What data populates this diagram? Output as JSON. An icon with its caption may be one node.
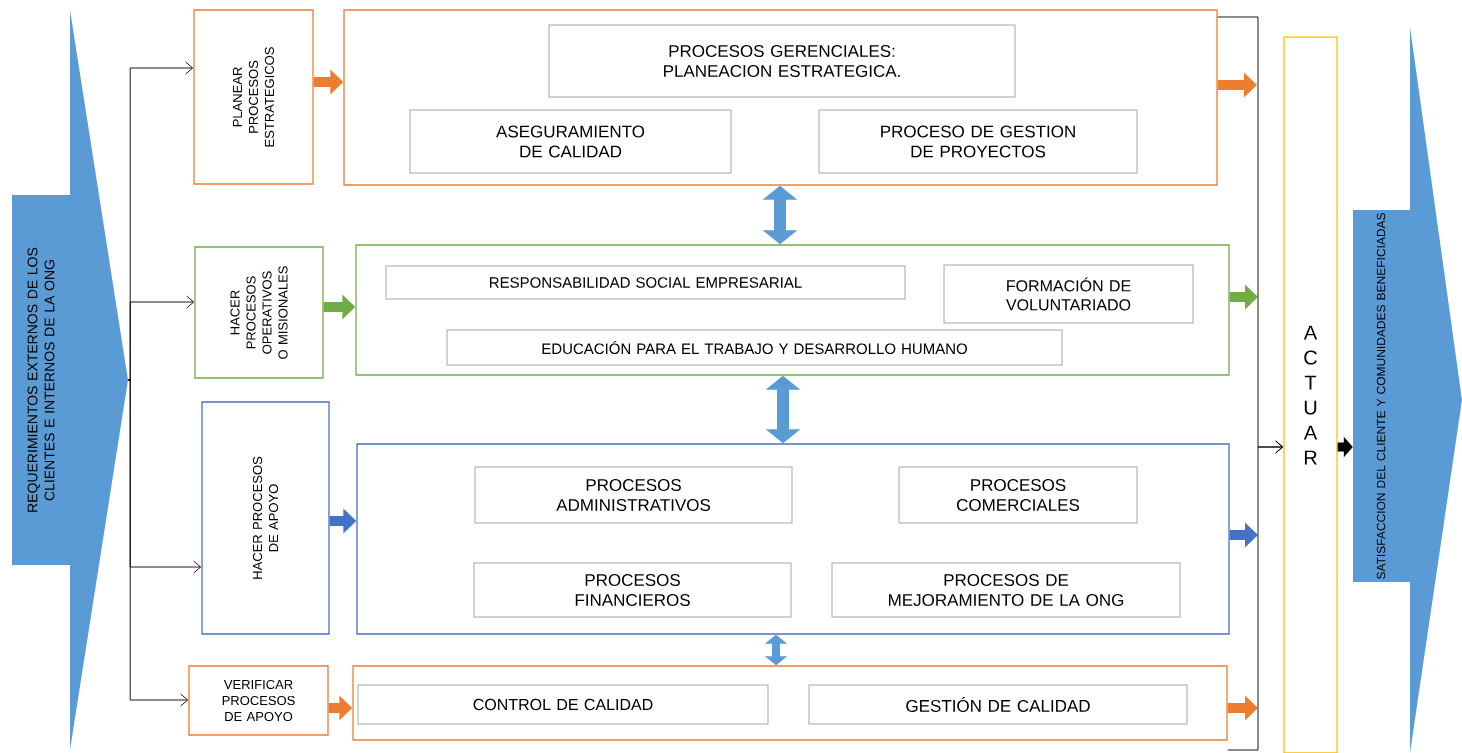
{
  "diagram": {
    "nodes": [
      {
        "text": [
          "REQUERIMIENTOS EXTERNOS DE LOS CLIENTES E INTERNOS DE LA ONG"
        ]
      },
      {
        "text": [
          "PLANEAR PROCESOS ESTRATEGICOS"
        ]
      },
      {
        "text": [],
        "shape": "box"
      },
      {
        "text": [
          "PROCESOS GERENCIALES: PLANEACION ESTRATEGICA."
        ],
        "in": 2
      },
      {
        "text": [
          "ASEGURAMIENTO DE CALIDAD"
        ],
        "in": 2
      },
      {
        "text": [
          "PROCESO DE GESTION DE PROYECTOS"
        ],
        "in": 2
      },
      {
        "text": [
          "HACER PROCESOS OPERATIVOS O MISIONALES"
        ]
      },
      {
        "text": [],
        "shape": "box"
      },
      {
        "text": [
          "RESPONSABILIDAD SOCIAL EMPRESARIAL"
        ],
        "in": 7
      },
      {
        "text": [
          "FORMACIÓN DE VOLUNTARIADO"
        ],
        "in": 7
      },
      {
        "text": [
          "EDUCACIÓN PARA EL TRABAJO Y DESARROLLO HUMANO"
        ],
        "in": 7
      },
      {
        "text": [
          "HACER PROCESOS DE APOYO"
        ]
      },
      {
        "text": [],
        "shape": "box"
      },
      {
        "text": [
          "PROCESOS ADMINISTRATIVOS"
        ],
        "in": 12
      },
      {
        "text": [
          "PROCESOS COMERCIALES"
        ],
        "in": 12
      },
      {
        "text": [
          "PROCESOS FINANCIEROS"
        ],
        "in": 12
      },
      {
        "text": [
          "PROCESOS DE MEJORAMIENTO DE LA ONG"
        ],
        "in": 12
      },
      {
        "text": [
          "VERIFICAR PROCESOS DE APOYO"
        ]
      },
      {
        "text": [],
        "shape": "box"
      },
      {
        "text": [
          "CONTROL DE CALIDAD"
        ],
        "in": 18
      },
      {
        "text": [
          "GESTIÓN DE CALIDAD"
        ],
        "in": 18
      },
      {
        "text": [
          "ACTUAR"
        ]
      },
      {
        "text": [
          "SATISFACCION DEL CLIENTE Y COMUNIDADES BENEFICIADAS"
        ]
      }
    ],
    "edges": [
      {
        "from": 0,
        "to": 1,
        "arrow": "to"
      },
      {
        "from": 0,
        "to": 6,
        "arrow": "to"
      },
      {
        "from": 0,
        "to": 11,
        "arrow": "to"
      },
      {
        "from": 0,
        "to": 17,
        "arrow": "to"
      },
      {
        "from": 1,
        "to": 2,
        "arrow": "to",
        "color": "#ed7d31"
      },
      {
        "from": 6,
        "to": 7,
        "arrow": "to",
        "color": "#70ad47"
      },
      {
        "from": 11,
        "to": 12,
        "arrow": "to",
        "color": "#4472c4"
      },
      {
        "from": 17,
        "to": 18,
        "arrow": "to",
        "color": "#ed7d31"
      },
      {
        "from": 2,
        "to": null,
        "arrow": "to",
        "color": "#ed7d31"
      },
      {
        "from": 7,
        "to": null,
        "arrow": "to",
        "color": "#70ad47"
      },
      {
        "from": 12,
        "to": null,
        "arrow": "to",
        "color": "#4472c4"
      },
      {
        "from": 18,
        "to": null,
        "arrow": "to",
        "color": "#ed7d31"
      },
      {
        "from": 2,
        "to": 7,
        "arrow": "both",
        "color": "#5b9bd5"
      },
      {
        "from": 7,
        "to": 12,
        "arrow": "both",
        "color": "#5b9bd5"
      },
      {
        "from": 12,
        "to": 18,
        "arrow": "both",
        "color": "#5b9bd5"
      },
      {
        "from": 2,
        "to": 21,
        "arrow": "to"
      },
      {
        "from": 18,
        "to": 21,
        "arrow": "to"
      },
      {
        "from": 21,
        "to": 22,
        "arrow": "to"
      }
    ]
  }
}
